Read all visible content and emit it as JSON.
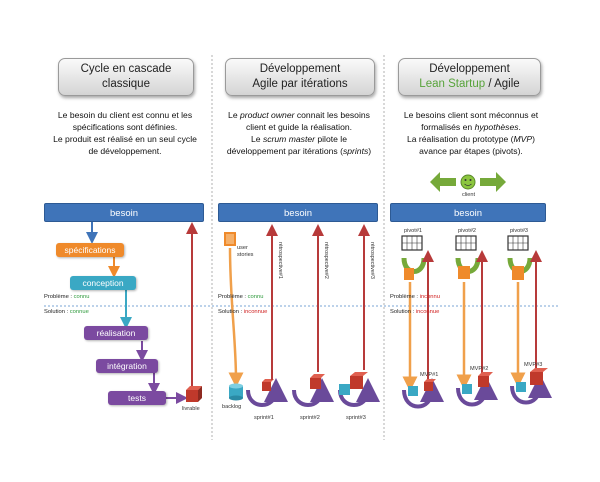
{
  "columns": [
    {
      "header": {
        "line1": "Cycle en cascade",
        "line2": "classique"
      },
      "description": [
        "Le besoin du client est connu et les",
        "spécifications sont définies.",
        "Le produit est réalisé en un seul cycle",
        "de développement."
      ],
      "bar_label": "besoin",
      "steps": [
        "spécifications",
        "conception",
        "réalisation",
        "intégration",
        "tests"
      ],
      "deliverable_label": "livrable",
      "problem": {
        "prefix": "Problème : ",
        "value": "connu"
      },
      "solution": {
        "prefix": "Solution : ",
        "value": "connue"
      }
    },
    {
      "header": {
        "line1": "Développement",
        "line2": "Agile par itérations"
      },
      "description_rich": [
        [
          {
            "t": "Le "
          },
          {
            "t": "product owner",
            "i": true
          },
          {
            "t": " connait les besoins"
          }
        ],
        [
          {
            "t": "client et guide la réalisation."
          }
        ],
        [
          {
            "t": "Le "
          },
          {
            "t": "scrum master",
            "i": true
          },
          {
            "t": " pilote le"
          }
        ],
        [
          {
            "t": "développement par itérations ("
          },
          {
            "t": "sprints",
            "i": true
          },
          {
            "t": ")"
          }
        ]
      ],
      "bar_label": "besoin",
      "user_stories_label": "user\nstories",
      "backlog_label": "backlog",
      "retrospectives": [
        "rétrospective#1",
        "rétrospective#2",
        "rétrospective#3"
      ],
      "sprints": [
        "sprint#1",
        "sprint#2",
        "sprint#3"
      ],
      "problem": {
        "prefix": "Problème : ",
        "value": "connu"
      },
      "solution": {
        "prefix": "Solution : ",
        "value": "inconnue"
      }
    },
    {
      "header": {
        "line1": "Développement",
        "line2_green": "Lean Startup",
        "line2_rest": " / Agile"
      },
      "description_rich": [
        [
          {
            "t": "Le besoins client sont méconnus et"
          }
        ],
        [
          {
            "t": "formalisés en "
          },
          {
            "t": "hypothèses",
            "i": true
          },
          {
            "t": "."
          }
        ],
        [
          {
            "t": "La réalisation du prototype ("
          },
          {
            "t": "MVP",
            "i": true
          },
          {
            "t": ")"
          }
        ],
        [
          {
            "t": "avance par étapes (pivots)."
          }
        ]
      ],
      "client_label": "client",
      "bar_label": "besoin",
      "pivots": [
        "pivot#1",
        "pivot#2",
        "pivot#3"
      ],
      "mvps": [
        "MVP#1",
        "MVP#2",
        "MVP#3"
      ],
      "problem": {
        "prefix": "Problème : ",
        "value": "inconnu"
      },
      "solution": {
        "prefix": "Solution : ",
        "value": "inconnue"
      }
    }
  ],
  "colors": {
    "bar_blue": "#3f74b9",
    "spec_orange": "#ef8a2b",
    "conception_teal": "#3aa8c4",
    "purple": "#7b4aa0",
    "dark_red": "#b73a3a",
    "green": "#2e9a3c",
    "red": "#d02020",
    "pivot_green": "#76a93a",
    "arrow_orange": "#f0a04b"
  }
}
